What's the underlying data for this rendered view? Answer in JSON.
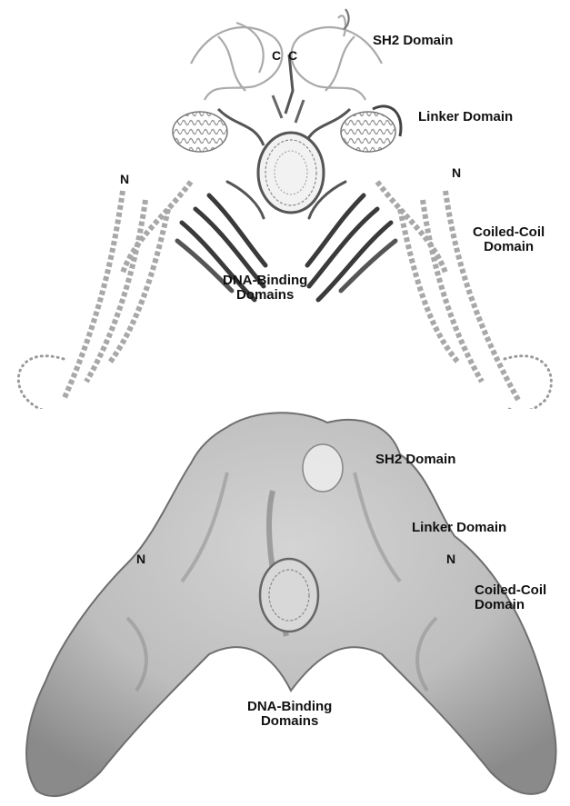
{
  "ribbon_panel": {
    "sh2": "SH2 Domain",
    "linker": "Linker Domain",
    "coiled_coil_line1": "Coiled-Coil",
    "coiled_coil_line2": "Domain",
    "dna_binding_line1": "DNA-Binding",
    "dna_binding_line2": "Domains",
    "n_left": "N",
    "n_right": "N",
    "c_left": "C",
    "c_right": "C"
  },
  "surface_panel": {
    "sh2": "SH2 Domain",
    "linker": "Linker Domain",
    "coiled_coil_line1": "Coiled-Coil",
    "coiled_coil_line2": "Domain",
    "dna_binding_line1": "DNA-Binding",
    "dna_binding_line2": "Domains",
    "n_left": "N",
    "n_right": "N"
  },
  "colors": {
    "background": "#ffffff",
    "ribbon_light": "#c8c8c8",
    "ribbon_dark": "#3a3a3a",
    "surface": "#bdbdbd",
    "surface_shadow": "#6e6e6e",
    "text": "#111111"
  }
}
